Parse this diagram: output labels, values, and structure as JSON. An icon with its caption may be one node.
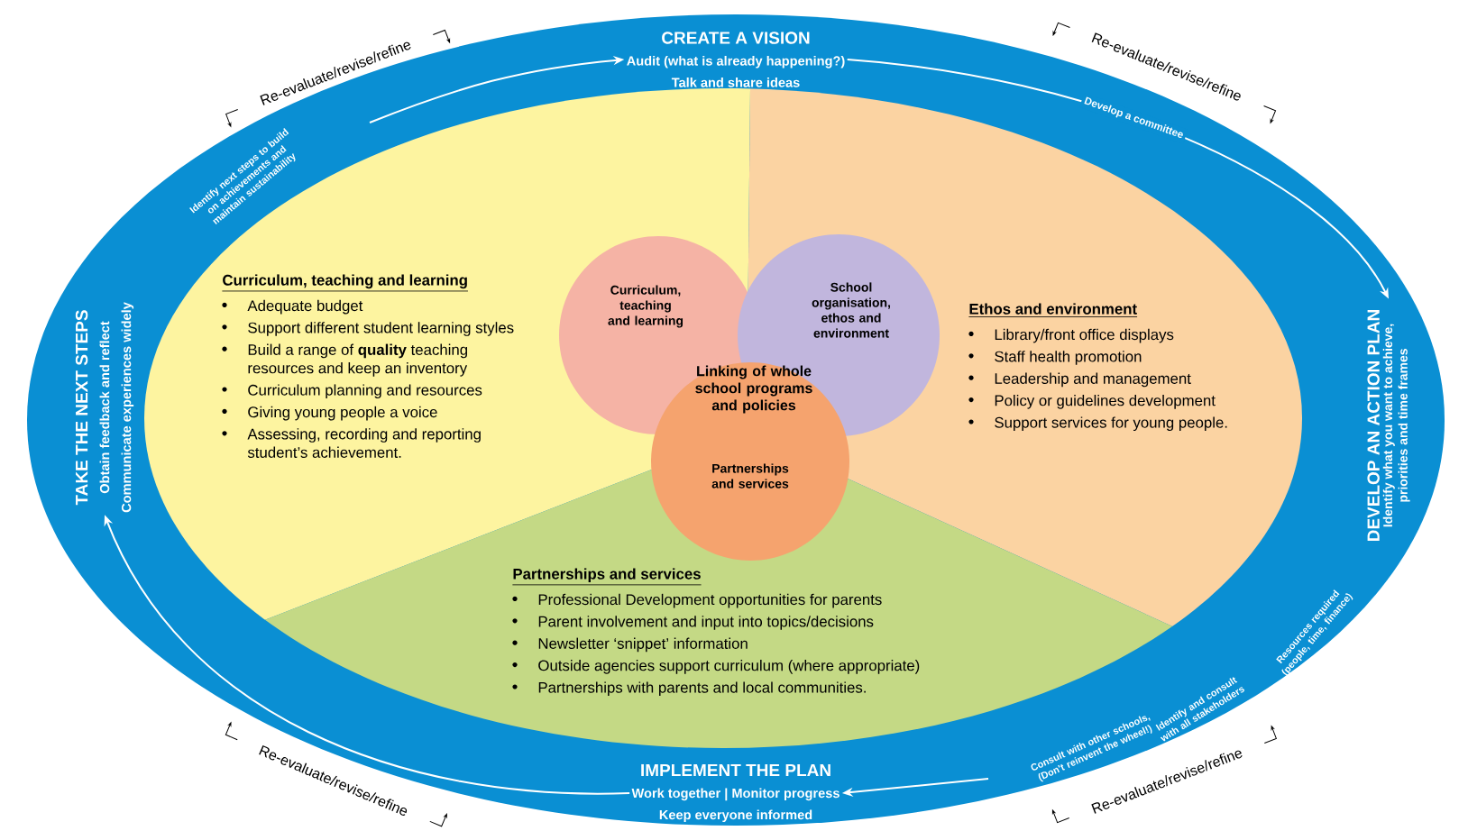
{
  "diagram": {
    "nodes": [
      {
        "text": [
          "CREATE A VISION",
          "Audit (what is already happening?)",
          "Talk and share ideas"
        ]
      },
      {
        "text": [
          "TAKE THE NEXT STEPS",
          "Obtain feedback and reflect",
          "Communicate experiences widely"
        ]
      },
      {
        "text": [
          "DEVELOP AN ACTION PLAN",
          "Identify what you want to achieve, priorities and time frames"
        ]
      },
      {
        "text": [
          "Curriculum, teaching and learning",
          "Adequate budget",
          "Support different student learning styles",
          "Build a range of **quality** teaching resources and keep an inventory",
          "Curriculum planning and resources",
          "Giving young people a voice",
          "Assessing, recording and reporting student’s achievement."
        ]
      },
      {
        "text": [
          "Curriculum, teaching and learning"
        ]
      },
      {
        "text": [
          "School organisation, ethos and environment"
        ]
      },
      {
        "text": [
          "Ethos and environment",
          "Library/front office displays",
          "Staff health promotion",
          "Leadership and management",
          "Policy or guidelines development",
          "Support services for young people."
        ]
      },
      {
        "text": [
          "Partnerships and services"
        ]
      },
      {
        "text": [
          "Partnerships and services",
          "Professional Development opportunities for parents",
          "Parent involvement and input into topics/decisions",
          "Newsletter ‘snippet’ information",
          "Outside agencies support curriculum (where appropriate)",
          "Partnerships with parents and local communities."
        ]
      },
      {
        "text": [
          "IMPLEMENT THE PLAN",
          "Work together | Monitor progress",
          "Keep everyone informed"
        ]
      }
    ],
    "edges": [
      {
        "from": 0,
        "to": 2,
        "arrow": "to",
        "label": "Develop a committee"
      },
      {
        "from": null,
        "to": 9,
        "arrow": "to"
      },
      {
        "from": 9,
        "to": 1,
        "arrow": "to"
      },
      {
        "from": null,
        "to": 0,
        "arrow": "to"
      }
    ],
    "labels": [
      "Re-evaluate/revise/refine",
      "Re-evaluate/revise/refine",
      "Identify next steps to build on achievements and maintain sustainability",
      "Linking of whole school programs and policies",
      "Resources required (people, time, finance)",
      "Identify and consult with all stakeholders",
      "Consult with other schools, (Don't reinvent the wheel!)",
      "Re-evaluate/revise/refine",
      "Re-evaluate/revise/refine"
    ]
  }
}
